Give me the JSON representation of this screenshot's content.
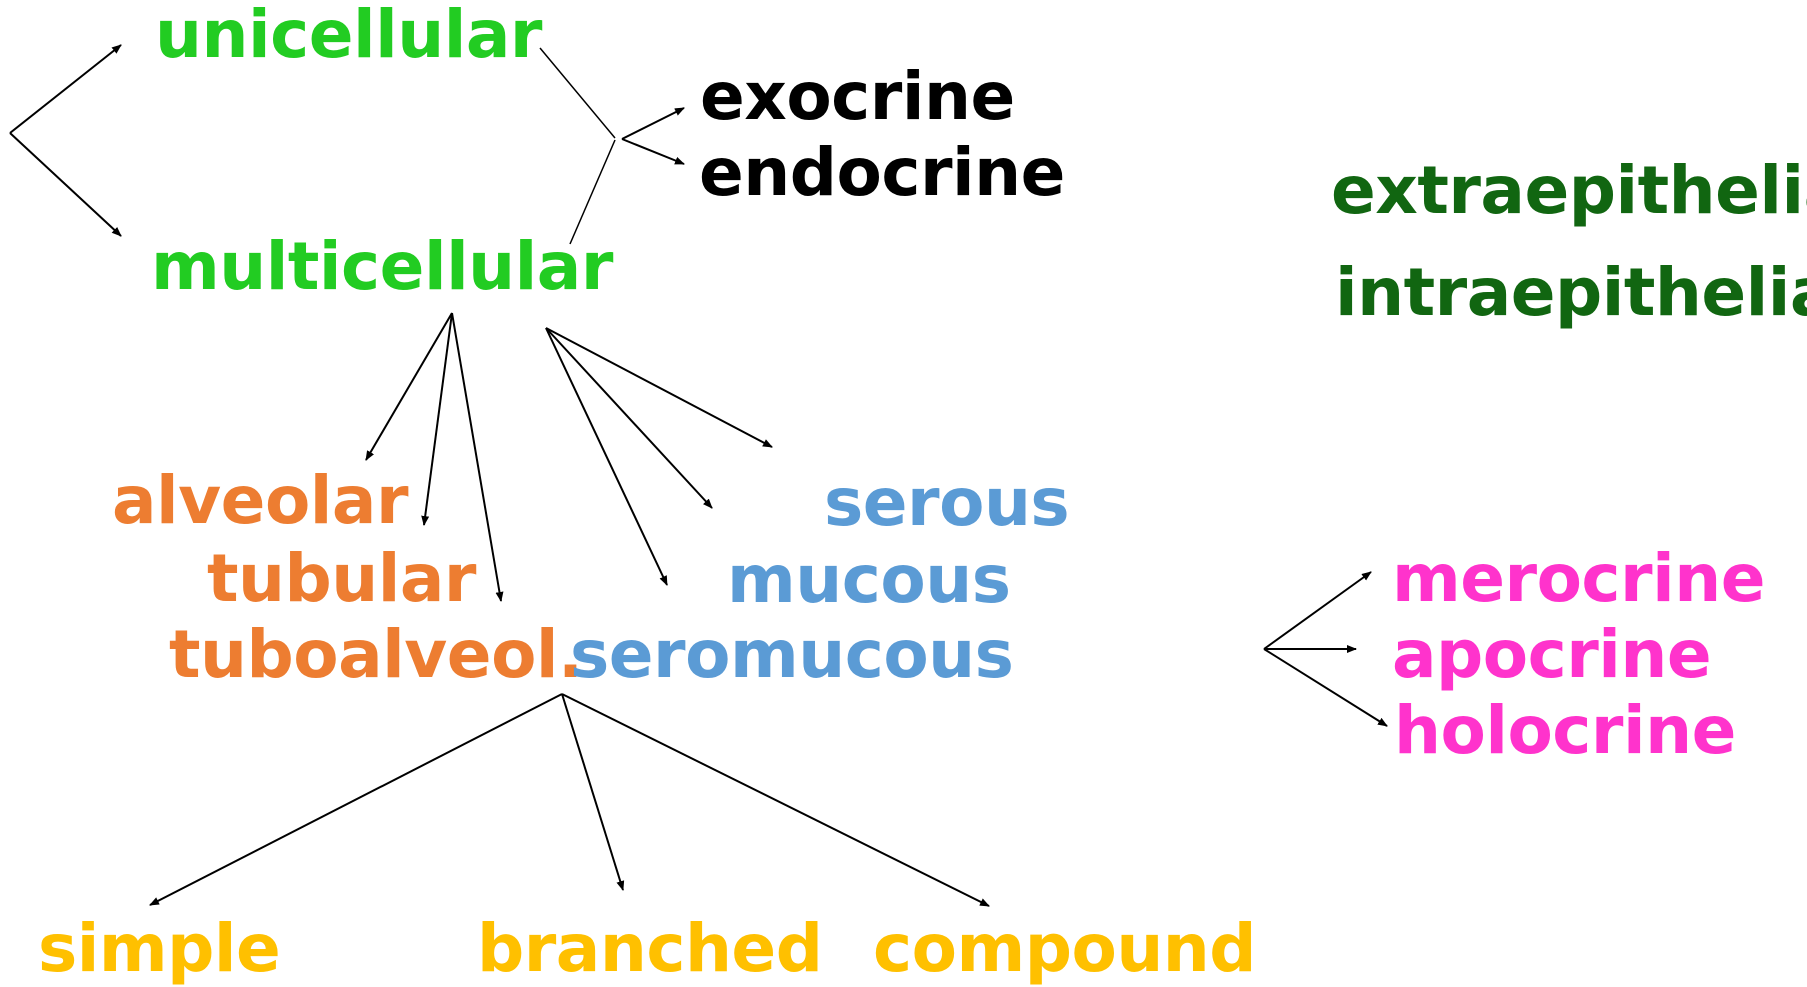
{
  "colors": {
    "bright_green": "#22cc22",
    "dark_green": "#116611",
    "black": "#000000",
    "orange": "#ed7d31",
    "blue": "#5b9bd5",
    "magenta": "#ff33cc",
    "gold": "#ffc000"
  },
  "cell_count": {
    "unicellular": "unicellular",
    "multicellular": "multicellular"
  },
  "secretion_destination": {
    "exocrine": "exocrine",
    "endocrine": "endocrine"
  },
  "location": {
    "extraepithelial": "extraepithelial",
    "intraepithelial": "intraepithelial"
  },
  "secretory_unit_shape": {
    "alveolar": "alveolar",
    "tubular": "tubular",
    "tuboalveolar": "tuboalveol."
  },
  "secretion_type": {
    "serous": "serous",
    "mucous": "mucous",
    "seromucous": "seromucous"
  },
  "secretion_mechanism": {
    "merocrine": "merocrine",
    "apocrine": "apocrine",
    "holocrine": "holocrine"
  },
  "duct_branching": {
    "simple": "simple",
    "branched": "branched",
    "compound": "compound"
  }
}
